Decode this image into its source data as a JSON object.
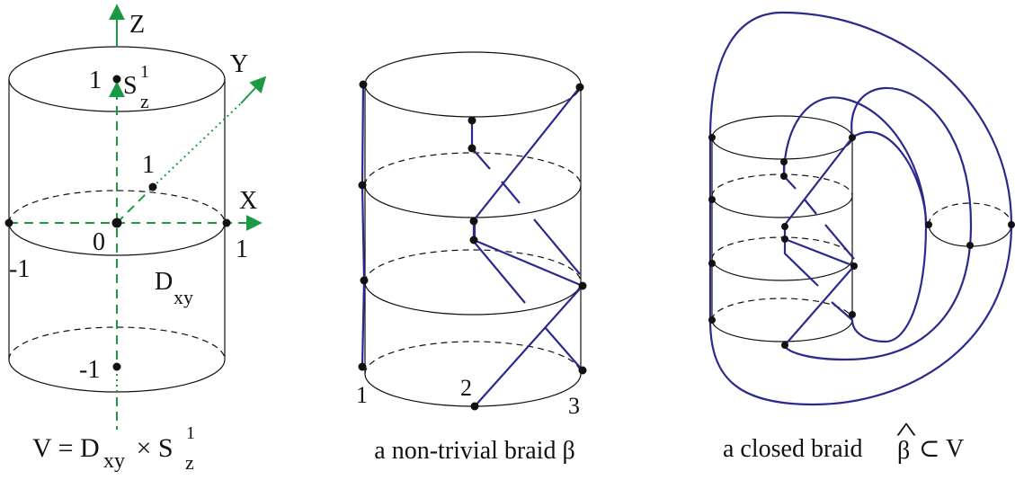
{
  "colors": {
    "ink": "#111111",
    "axis": "#1a9a44",
    "braid": "#2a2a8c"
  },
  "panel_left": {
    "axis_z": "Z",
    "axis_y": "Y",
    "axis_x": "X",
    "circle_label": "S",
    "circle_sup": "1",
    "circle_sub": "z",
    "point_top": "1",
    "point_y": "1",
    "point_x": "1",
    "origin": "0",
    "neg_x": "-1",
    "neg_z": "-1",
    "disk_label": "D",
    "disk_sub": "xy",
    "caption_v": "V = D",
    "caption_sub": "xy",
    "caption_times": " × S",
    "caption_sup": "1",
    "caption_sub2": "z"
  },
  "panel_middle": {
    "strand_1": "1",
    "strand_2": "2",
    "strand_3": "3",
    "caption": "a non-trivial braid β"
  },
  "panel_right": {
    "caption_prefix": "a closed braid",
    "caption_beta": "β",
    "caption_hat": "^",
    "caption_suffix": "⊂ V"
  }
}
